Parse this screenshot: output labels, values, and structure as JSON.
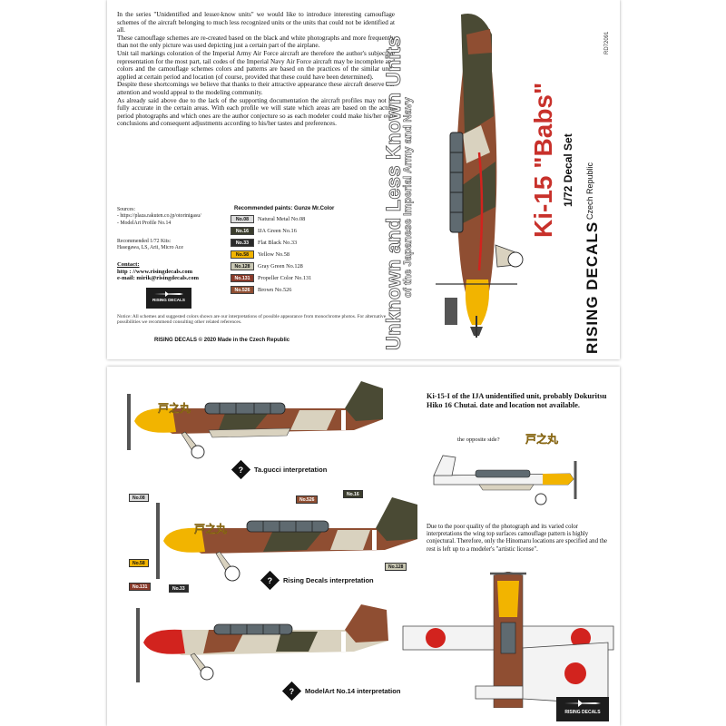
{
  "intro": {
    "paragraphs": [
      "In the series \"Unidentified and lesser-know units\" we would like to introduce interesting camouflage schemes of the aircraft belonging to much less recognized units or the units that could not be identified at all.",
      "These camouflage schemes are re-created based on the black and white photographs and more frequently than not the only picture was used depicting just a certain part of the airplane.",
      "Unit tail markings coloration of the Imperial Army Air Force aircraft are therefore the author's subjective representation for the most part, tail codes of the Imperial Navy Air Force aircraft may be incomplete and colors and the camouflage schemes colors and patterns are based on the practices of the similar units applied at certain period and location (of course, provided that these could have been determined).",
      "Despite these shortcomings we believe that thanks to their attractive appearance these aircraft deserve our attention and would appeal to the modeling community.",
      "As already said above due to the lack of the supporting documentation the aircraft profiles may not be fully accurate in the certain areas. With each profile we will state which areas are based on the actual period photographs and which ones are the author conjecture so as each modeler could make his/her own conclusions and consequent adjustments according to his/her tastes and preferences."
    ]
  },
  "sources": {
    "label": "Sources:",
    "lines": [
      "- https://plaza.rakuten.co.jp/otorinigasu/",
      "- ModelArt Profile No.14"
    ]
  },
  "recommended": {
    "label": "Recommended 1/72 Kits:",
    "kits": "Hasegawa, LS, Arii, Micro Ace"
  },
  "contact": {
    "label": "Contact:",
    "web": "http : //www.risingdecals.com",
    "email": "e-mail: mirik@risingdecals.com"
  },
  "notice": "Notice: All schemes and suggested colors shown are our interpretations of possible appearance from monochrome photos. For alternative possibilities we recommend consulting other related references.",
  "footer": "RISING DECALS © 2020  Made in the Czech Republic",
  "logo_text": "RISING DECALS",
  "paints": {
    "title": "Recommended paints: Gunze Mr.Color",
    "items": [
      {
        "code": "No.08",
        "label": "Natural Metal No.08",
        "bg": "#dcdcdc",
        "fg": "#111111"
      },
      {
        "code": "No.16",
        "label": "IJA Green No.16",
        "bg": "#3b3d2d",
        "fg": "#ffffff"
      },
      {
        "code": "No.33",
        "label": "Flat Black No.33",
        "bg": "#2a2a2a",
        "fg": "#ffffff"
      },
      {
        "code": "No.58",
        "label": "Yellow No.58",
        "bg": "#f2b400",
        "fg": "#111111"
      },
      {
        "code": "No.128",
        "label": "Gray Green No.128",
        "bg": "#c9c8b4",
        "fg": "#111111"
      },
      {
        "code": "No.131",
        "label": "Propeller Color No.131",
        "bg": "#8a3a2a",
        "fg": "#ffffff"
      },
      {
        "code": "No.526",
        "label": "Brown No.526",
        "bg": "#8f4e32",
        "fg": "#ffffff"
      }
    ]
  },
  "cover": {
    "series_title": "Unknown and Less Known Units",
    "series_subtitle": "of the Japanese Imperial Army and Navy",
    "model_name": "Ki-15 \"Babs\"",
    "scale": "1/72 Decal Set",
    "brand": "RISING DECALS",
    "country": "Czech Republic",
    "code": "RD72091"
  },
  "markings": {
    "title": "Ki-15-I of the IJA unidentified unit, probably Dokuritsu Hiko 16 Chutai. date and location not available.",
    "opposite": "the opposite side?",
    "opposite_kanji": "戸之丸",
    "quality_note": "Due to the poor quality of the photograph and its varied color interpretations the wing top surfaces camouflage pattern is highly conjectural. Therefore, only the Hinomaru locations are specified and the rest is left up to a modeler's \"artistic license\".",
    "interp1": "Ta.gucci interpretation",
    "interp2": "Rising Decals interpretation",
    "interp3": "ModelArt No.14 interpretation",
    "qmark": "?",
    "side_kanji": "戸之丸"
  },
  "tags": {
    "t08": "No.08",
    "t526": "No.526",
    "t16": "No.16",
    "t58": "No.58",
    "t131": "No.131",
    "t33": "No.33",
    "t128": "No.128"
  },
  "colors": {
    "brown": "#8f4e32",
    "green": "#4a4a34",
    "tan": "#d9d2bf",
    "yellow": "#f2b400",
    "red": "#d2231e",
    "cockpit": "#5f6a70"
  }
}
